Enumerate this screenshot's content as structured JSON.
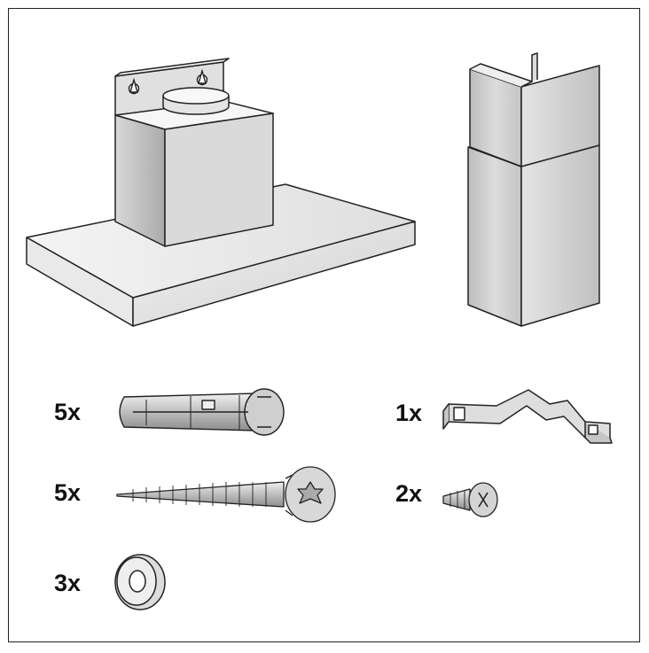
{
  "parts": [
    {
      "id": "wall-plug",
      "quantity": "5x"
    },
    {
      "id": "wood-screw",
      "quantity": "5x"
    },
    {
      "id": "washer",
      "quantity": "3x"
    },
    {
      "id": "chimney-bracket",
      "quantity": "1x"
    },
    {
      "id": "small-screw",
      "quantity": "2x"
    }
  ],
  "colors": {
    "outline": "#222222",
    "metal_light": "#e6e6e6",
    "metal_mid": "#c8c8c8",
    "metal_dark": "#9a9a9a"
  }
}
